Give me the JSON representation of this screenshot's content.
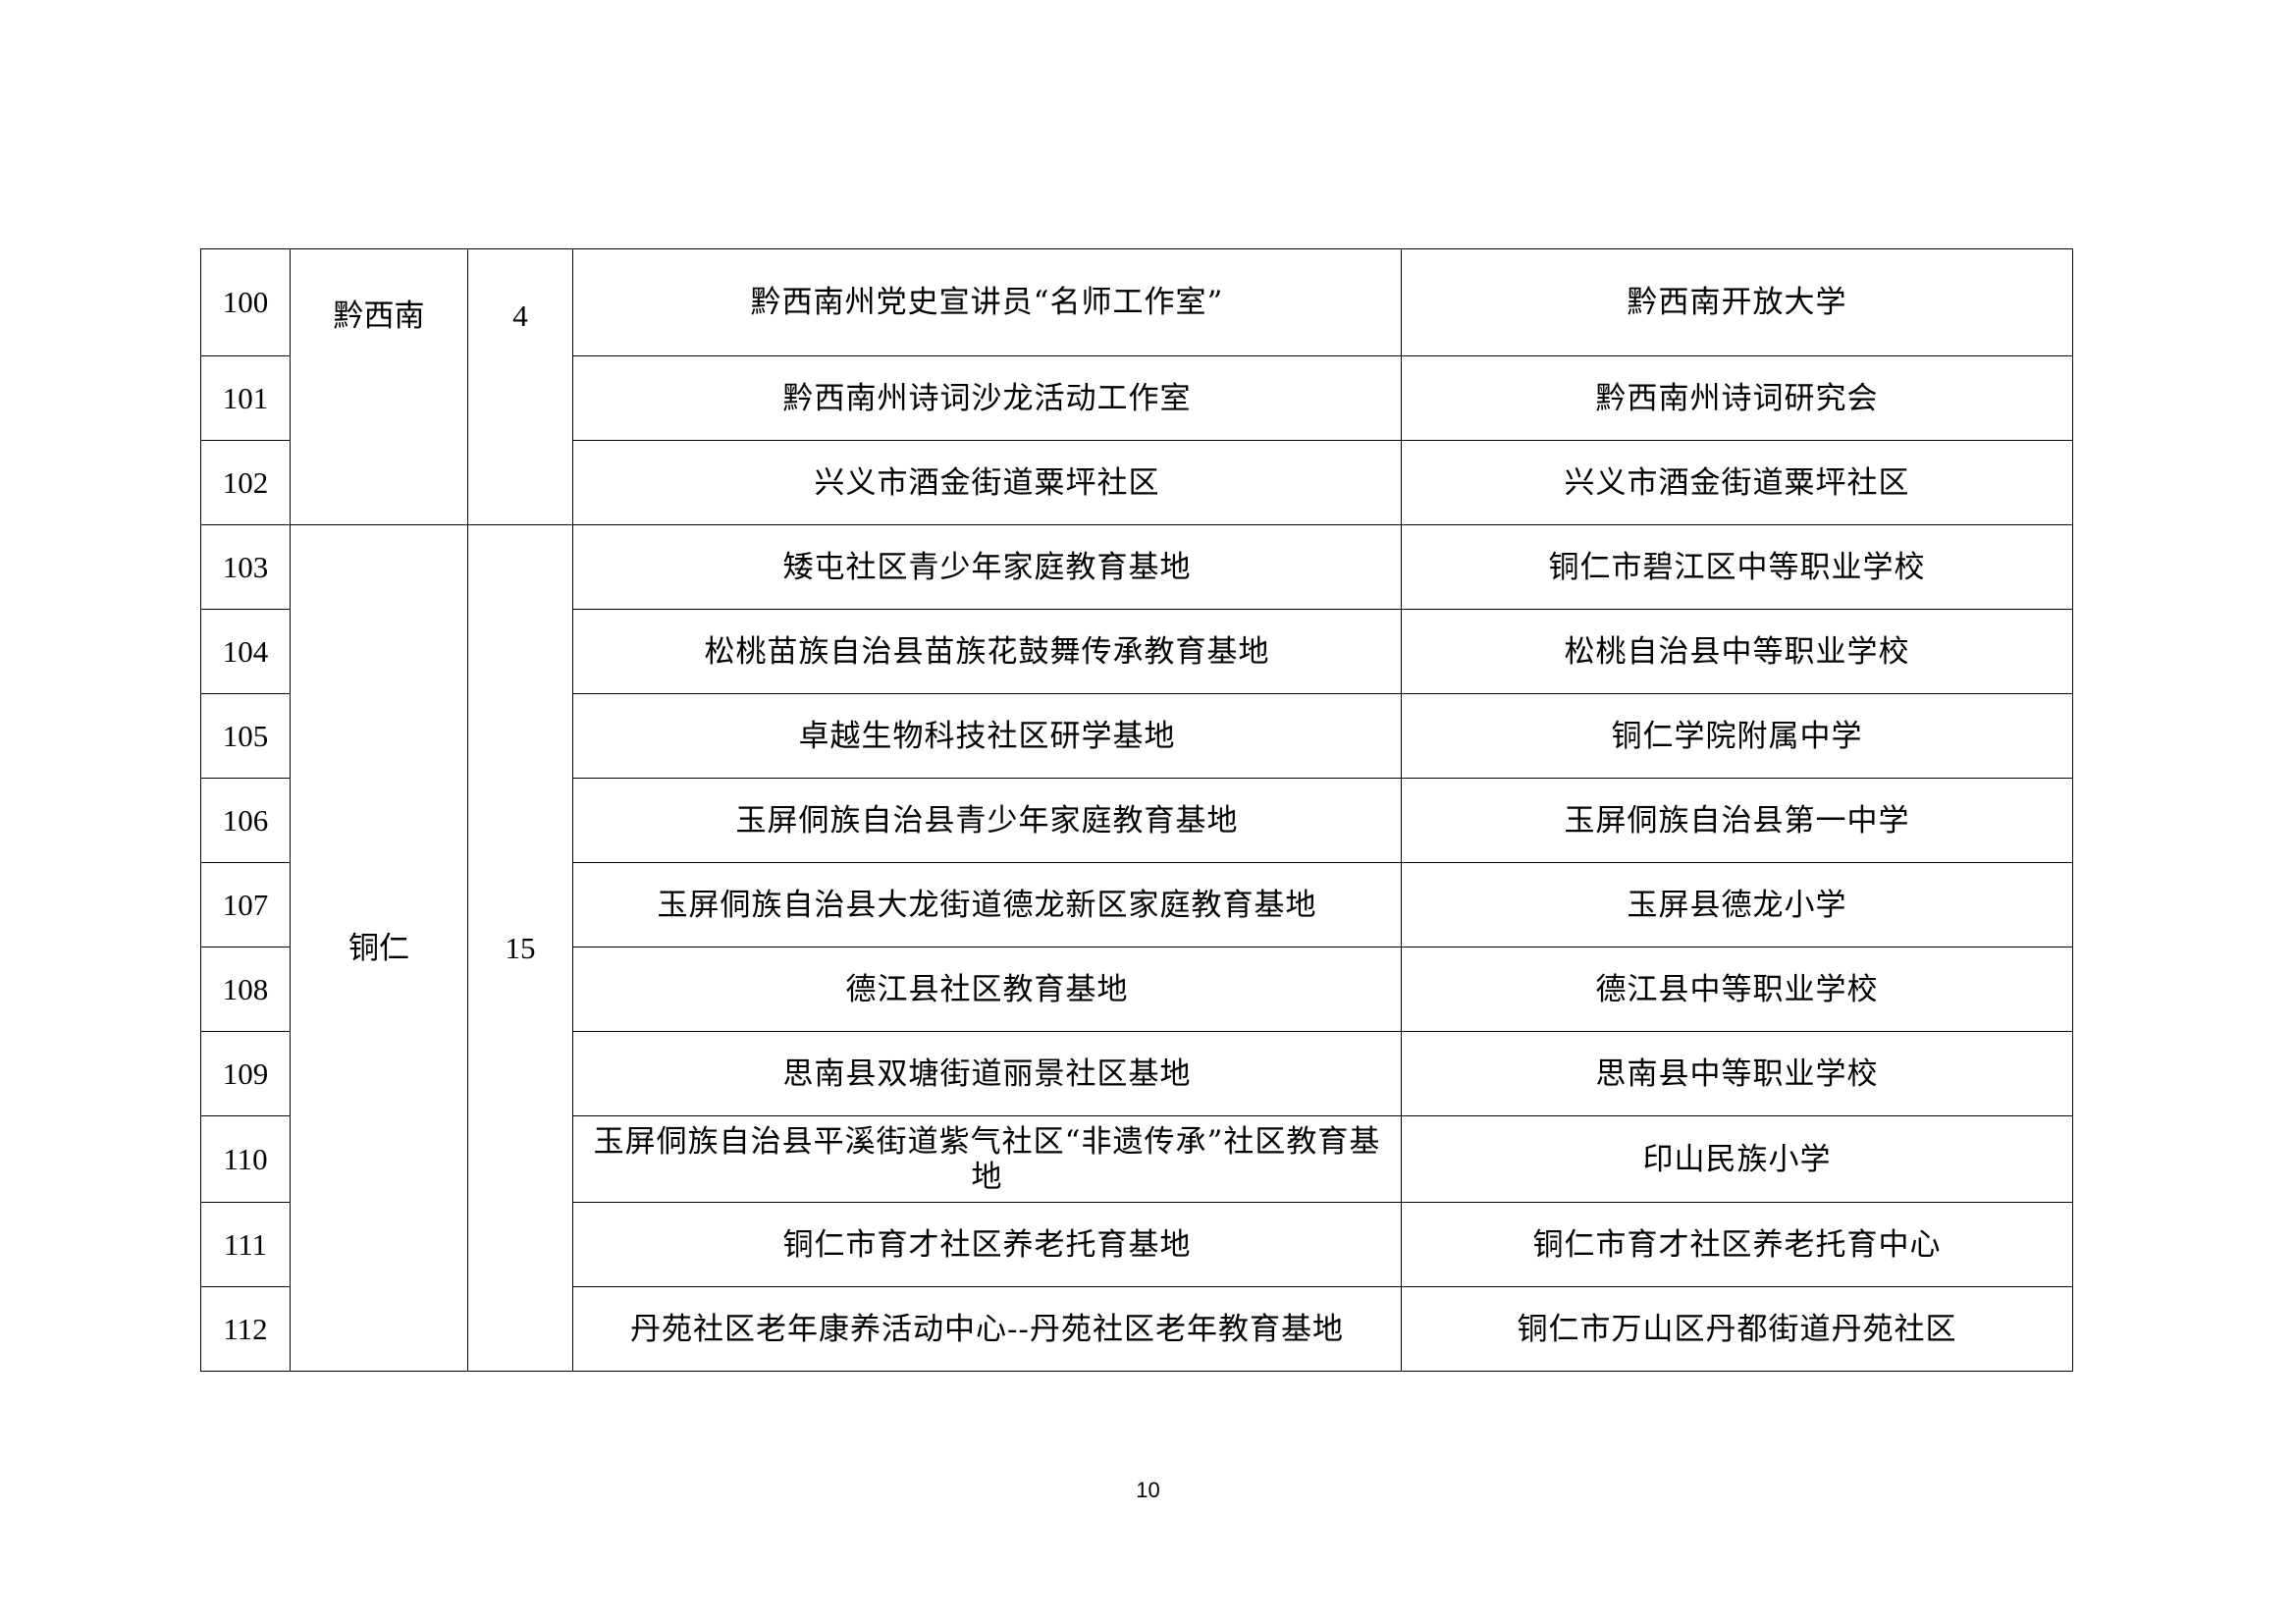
{
  "regions": [
    {
      "region": "黔西南",
      "count": "4",
      "rows": [
        {
          "no": "100",
          "name": "黔西南州党史宣讲员“名师工作室”",
          "org": "黔西南开放大学"
        },
        {
          "no": "101",
          "name": "黔西南州诗词沙龙活动工作室",
          "org": "黔西南州诗词研究会"
        },
        {
          "no": "102",
          "name": "兴义市酒金街道粟坪社区",
          "org": "兴义市酒金街道粟坪社区"
        }
      ]
    },
    {
      "region": "铜仁",
      "count": "15",
      "rows": [
        {
          "no": "103",
          "name": "矮屯社区青少年家庭教育基地",
          "org": "铜仁市碧江区中等职业学校"
        },
        {
          "no": "104",
          "name": "松桃苗族自治县苗族花鼓舞传承教育基地",
          "org": "松桃自治县中等职业学校"
        },
        {
          "no": "105",
          "name": "卓越生物科技社区研学基地",
          "org": "铜仁学院附属中学"
        },
        {
          "no": "106",
          "name": "玉屏侗族自治县青少年家庭教育基地",
          "org": "玉屏侗族自治县第一中学"
        },
        {
          "no": "107",
          "name": "玉屏侗族自治县大龙街道德龙新区家庭教育基地",
          "org": "玉屏县德龙小学"
        },
        {
          "no": "108",
          "name": "德江县社区教育基地",
          "org": "德江县中等职业学校"
        },
        {
          "no": "109",
          "name": "思南县双塘街道丽景社区基地",
          "org": "思南县中等职业学校"
        },
        {
          "no": "110",
          "name": "玉屏侗族自治县平溪街道紫气社区“非遗传承”社区教育基地",
          "org": "印山民族小学"
        },
        {
          "no": "111",
          "name": "铜仁市育才社区养老托育基地",
          "org": "铜仁市育才社区养老托育中心"
        },
        {
          "no": "112",
          "name": "丹苑社区老年康养活动中心--丹苑社区老年教育基地",
          "org": "铜仁市万山区丹都街道丹苑社区"
        }
      ]
    }
  ],
  "footer": {
    "page_number": "10"
  }
}
